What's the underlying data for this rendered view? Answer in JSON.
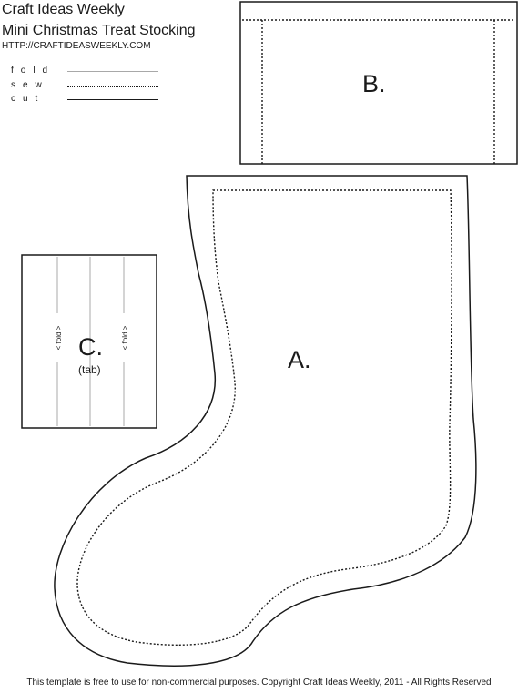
{
  "header": {
    "title": "Craft Ideas Weekly",
    "subtitle": "Mini Christmas Treat Stocking",
    "url": "HTTP://CRAFTIDEASWEEKLY.COM"
  },
  "legend": {
    "fold": "fold",
    "sew": "sew",
    "cut": "cut",
    "colors": {
      "fold": "#a8a8a8",
      "sew": "#1a1a1a",
      "cut": "#1a1a1a"
    }
  },
  "pieces": {
    "a_label": "A.",
    "b_label": "B.",
    "c_label": "C.",
    "c_sublabel": "(tab)",
    "fold_marker": "< fold >"
  },
  "footer": {
    "text": "This template is free to use for non-commercial purposes. Copyright Craft Ideas Weekly, 2011 - All Rights Reserved"
  }
}
